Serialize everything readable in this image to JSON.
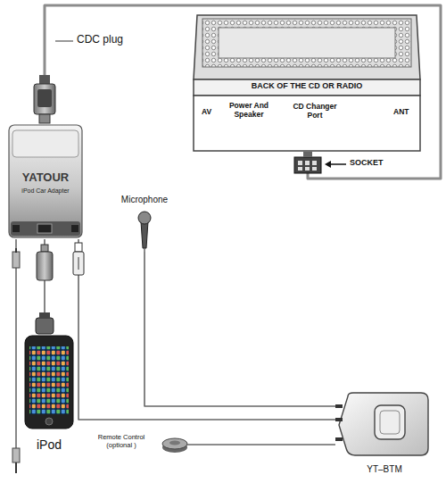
{
  "diagram": {
    "nodes": [
      {
        "text": [
          "BACK OF THE CD OR RADIO"
        ]
      },
      {
        "text": [
          "YATOUR",
          "iPod Car Adapter"
        ]
      },
      {
        "text": [
          "iPod"
        ]
      },
      {
        "text": [
          "YT–BTM"
        ]
      },
      {
        "text": [
          "Microphone"
        ]
      },
      {
        "text": [
          "Remote Control (optional )"
        ]
      }
    ],
    "edges": [
      {
        "from": 1,
        "to": 0,
        "arrow": "none"
      },
      {
        "from": 1,
        "to": 2,
        "arrow": "none"
      },
      {
        "from": 1,
        "to": 3,
        "arrow": "none"
      },
      {
        "from": 4,
        "to": 3,
        "arrow": "none"
      },
      {
        "from": 5,
        "to": 3,
        "arrow": "none"
      }
    ],
    "labels": [
      "CDC plug",
      "AV",
      "Power And Speaker",
      "CD Changer Port",
      "ANT",
      "SOCKET"
    ]
  }
}
